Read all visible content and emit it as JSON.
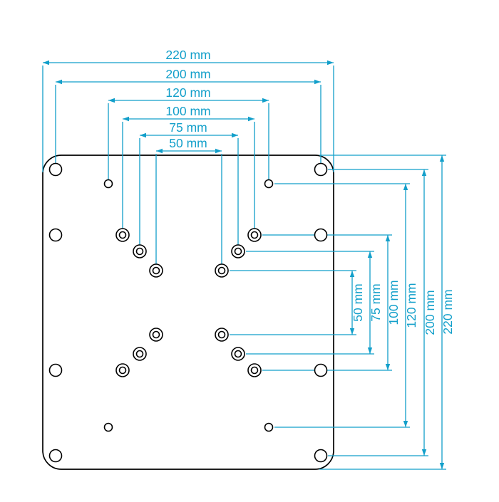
{
  "diagram": {
    "type": "technical-drawing",
    "subject": "VESA mounting adapter plate hole-pattern drawing",
    "unit": "mm",
    "accent_color": "#129fca",
    "outline_color": "#000000",
    "background_color": "#ffffff",
    "top_dimensions": [
      {
        "label": "220 mm",
        "value_mm": 220
      },
      {
        "label": "200 mm",
        "value_mm": 200
      },
      {
        "label": "120 mm",
        "value_mm": 120
      },
      {
        "label": "100 mm",
        "value_mm": 100
      },
      {
        "label": "75 mm",
        "value_mm": 75
      },
      {
        "label": "50 mm",
        "value_mm": 50
      }
    ],
    "right_dimensions": [
      {
        "label": "50 mm",
        "value_mm": 50
      },
      {
        "label": "75 mm",
        "value_mm": 75
      },
      {
        "label": "100 mm",
        "value_mm": 100
      },
      {
        "label": "120 mm",
        "value_mm": 120
      },
      {
        "label": "200 mm",
        "value_mm": 200
      },
      {
        "label": "220 mm",
        "value_mm": 220
      }
    ],
    "plate": {
      "shape": "rounded-square",
      "corner_holes": 4,
      "side_holes": 4,
      "small_holes": 4,
      "ringed_holes": 12
    }
  }
}
